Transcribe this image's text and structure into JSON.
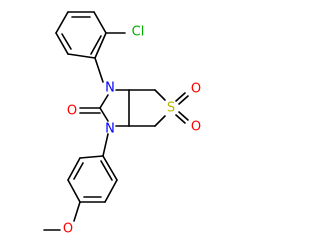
{
  "atom_labels": {
    "cl": "Cl",
    "n_top": "N",
    "n_bottom": "N",
    "o_carbonyl": "O",
    "s": "S",
    "o_sulfonyl_1": "O",
    "o_sulfonyl_2": "O",
    "o_methoxy": "O"
  },
  "colors": {
    "bond": "#000000",
    "carbon": "#000000",
    "nitrogen": "#0000ff",
    "oxygen": "#ff0000",
    "sulfur": "#b8b800",
    "chlorine": "#00b000",
    "background": "#ffffff"
  }
}
